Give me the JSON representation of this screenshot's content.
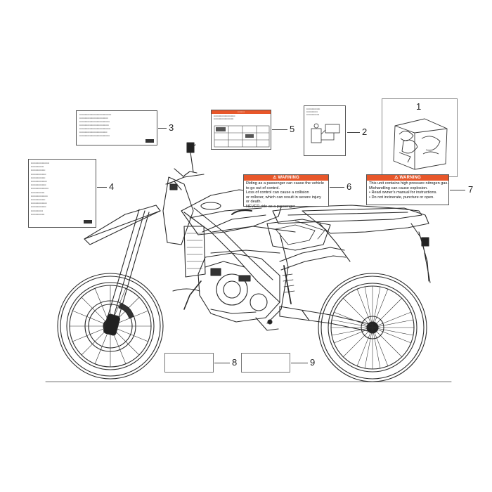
{
  "callouts": {
    "c1": "1",
    "c2": "2",
    "c3": "3",
    "c4": "4",
    "c5": "5",
    "c6": "6",
    "c7": "7",
    "c8": "8",
    "c9": "9"
  },
  "decal6": {
    "header": "⚠ WARNING",
    "lines": [
      "Riding as a passenger can cause the vehicle",
      "to go out of control.",
      "Loss of control can cause a collision",
      "or rollover, which can result in severe injury",
      "or death.",
      "NEVER ride as a passenger"
    ]
  },
  "decal7": {
    "header": "⚠ WARNING",
    "lines": [
      "This unit contains high pressure nitrogen gas.",
      "Mishandling can cause explosion.",
      "• Read owner's manual for instructions.",
      "• Do not incinerate, puncture or open."
    ]
  },
  "colors": {
    "warning_orange": "#e8572a",
    "line_art": "#2a2a2a"
  },
  "icons": {
    "motorcycle": "motorcycle-line-drawing",
    "kit": "decal-kit-bag-illustration"
  }
}
